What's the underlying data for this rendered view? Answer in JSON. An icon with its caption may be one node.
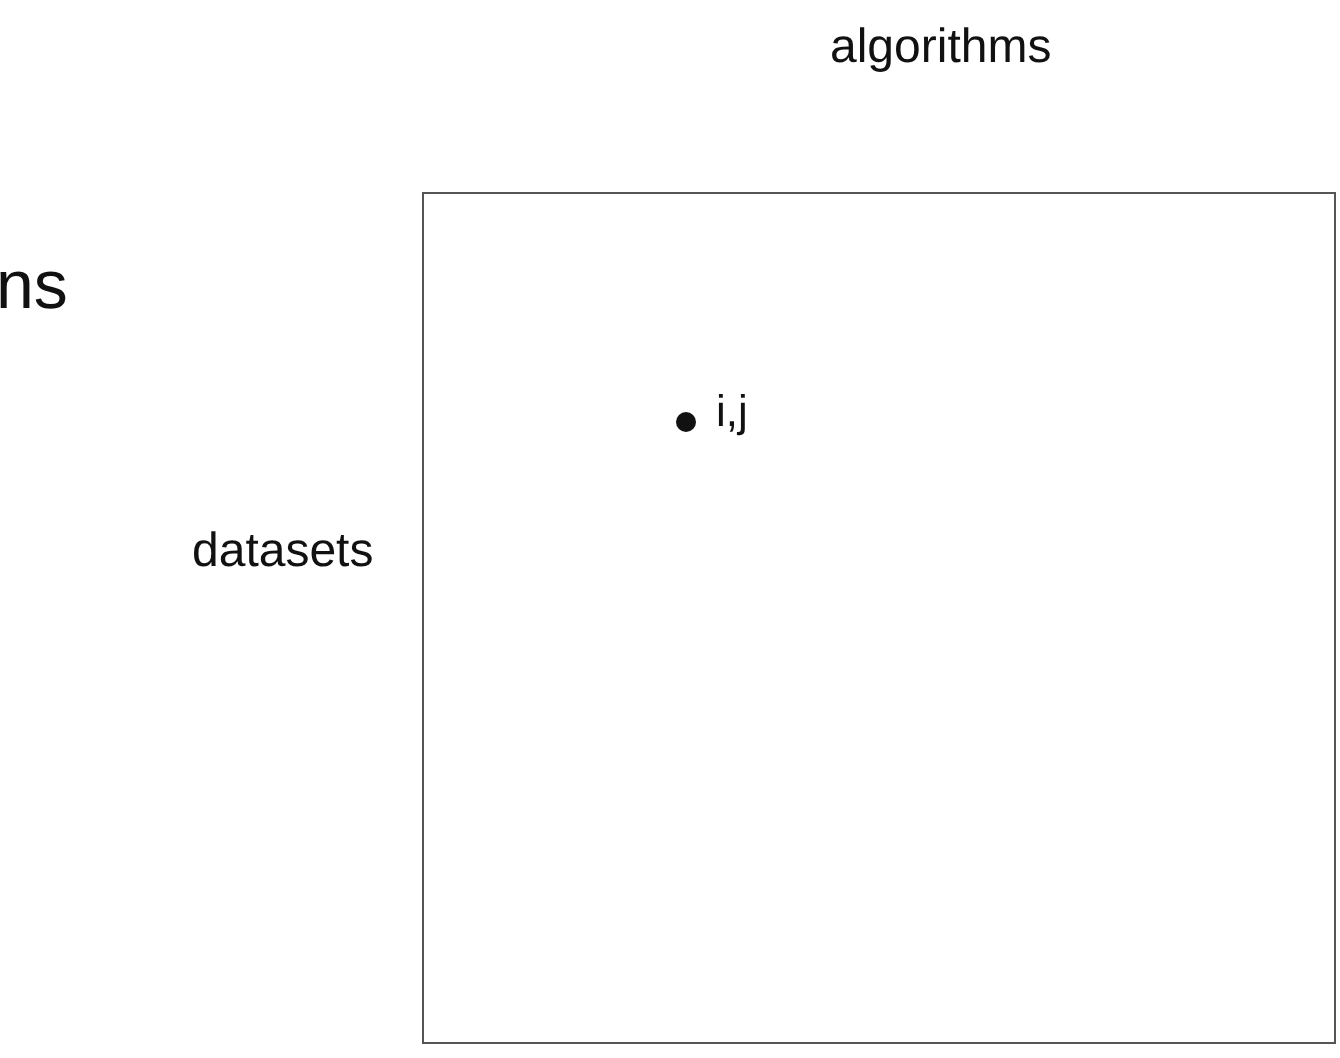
{
  "diagram": {
    "nodes": [
      {
        "text": [],
        "shape": "box"
      },
      {
        "text": [],
        "shape": "circle",
        "in": 0,
        "beside": [
          "i,j"
        ]
      }
    ],
    "labels": [
      "algorithms",
      "ns",
      "datasets"
    ]
  }
}
